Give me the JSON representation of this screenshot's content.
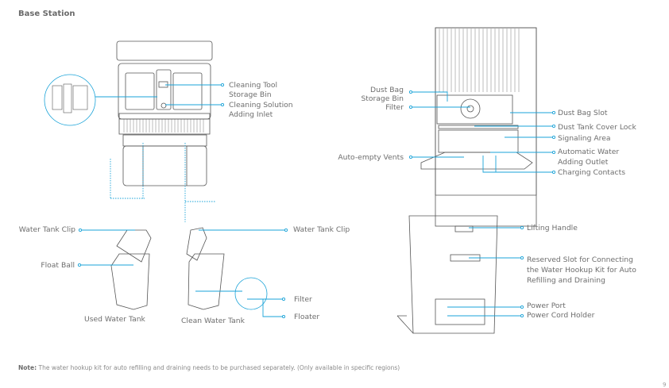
{
  "title": "Base Station",
  "colors": {
    "callout": "#1aa3d8",
    "outline": "#555555",
    "text": "#6d6d6d"
  },
  "top_left_labels": {
    "cleaning_tool": "Cleaning Tool",
    "storage_bin": "Storage Bin",
    "cleaning_solution": "Cleaning Solution",
    "adding_inlet": "Adding Inlet"
  },
  "top_right_labels": {
    "dust_bag": "Dust Bag",
    "storage_bin": "Storage Bin",
    "filter": "Filter",
    "auto_empty_vents": "Auto-empty Vents",
    "dust_bag_slot": "Dust Bag Slot",
    "dust_tank_cover_lock": "Dust Tank Cover Lock",
    "signaling_area": "Signaling Area",
    "automatic_water": "Automatic Water",
    "adding_outlet": "Adding Outlet",
    "charging_contacts": "Charging Contacts"
  },
  "tank_labels": {
    "water_tank_clip_left": "Water Tank Clip",
    "float_ball": "Float Ball",
    "water_tank_clip_right": "Water Tank Clip",
    "filter": "Filter",
    "floater": "Floater",
    "used_water_tank": "Used Water Tank",
    "clean_water_tank": "Clean Water Tank"
  },
  "back_labels": {
    "lifting_handle": "Lifting Handle",
    "reserved_slot_1": "Reserved Slot for Connecting",
    "reserved_slot_2": "the Water Hookup Kit for Auto",
    "reserved_slot_3": "Refilling and Draining",
    "power_port": "Power Port",
    "power_cord_holder": "Power Cord  Holder"
  },
  "note": {
    "prefix": "Note:",
    "text": " The water hookup kit for auto refilling and draining needs to be purchased separately. (Only available in specific regions)"
  },
  "page_number": "9"
}
